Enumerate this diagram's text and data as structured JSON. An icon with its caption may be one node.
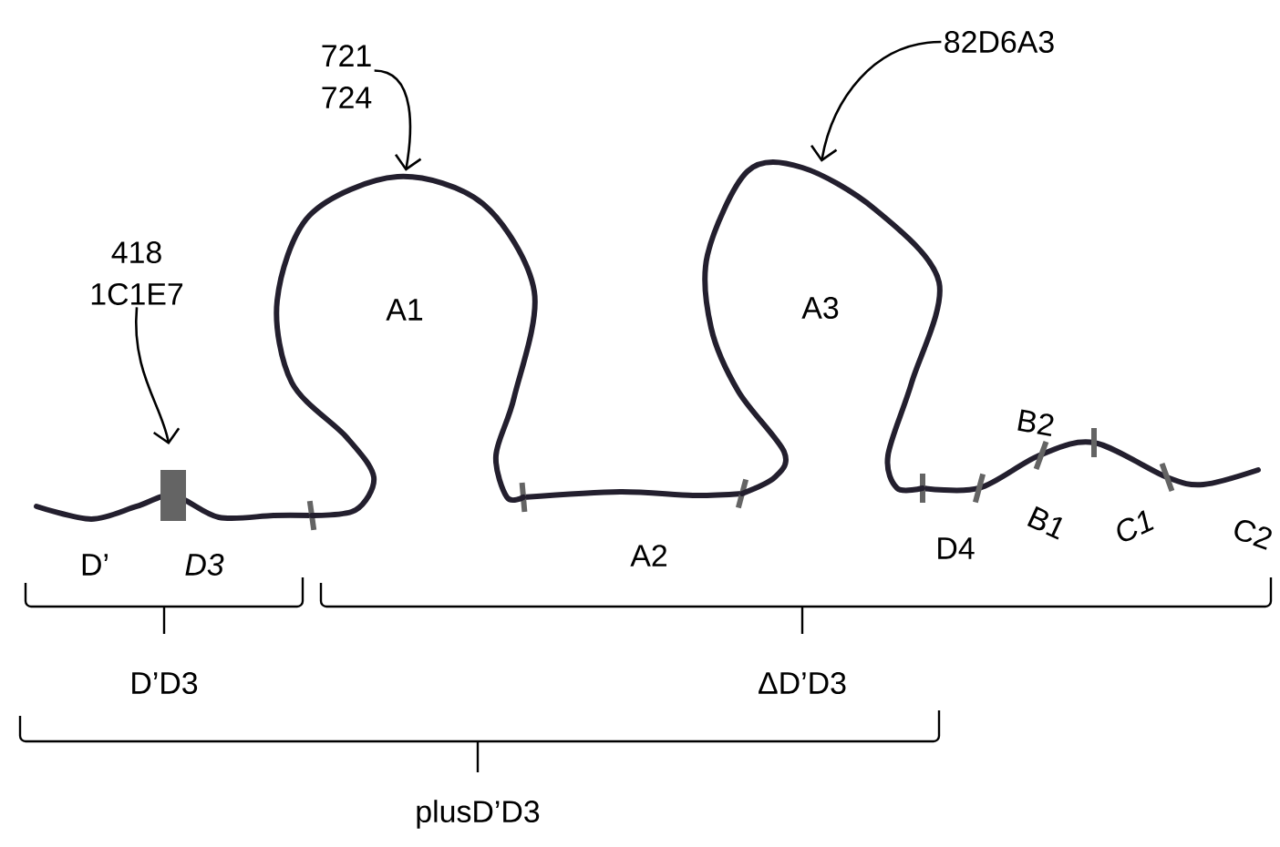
{
  "diagram": {
    "nodes": [
      {
        "text": [
          "721",
          "724"
        ]
      },
      {
        "text": [
          "A1"
        ]
      },
      {
        "text": [
          "418",
          "1C1E7"
        ]
      },
      {
        "text": [],
        "shape": "box"
      },
      {
        "text": [
          "82D6A3"
        ]
      },
      {
        "text": [
          "A3"
        ]
      }
    ],
    "edges": [
      {
        "from": 0,
        "to": 1,
        "arrow": "to"
      },
      {
        "from": 2,
        "to": 3,
        "arrow": "to"
      },
      {
        "from": 4,
        "to": 5,
        "arrow": "to"
      }
    ],
    "labels": [
      "D’",
      "D3",
      "A2",
      "D4",
      "B2",
      "B1",
      "C1",
      "C2",
      "D’D3",
      "ΔD’D3",
      "plusD’D3"
    ]
  }
}
